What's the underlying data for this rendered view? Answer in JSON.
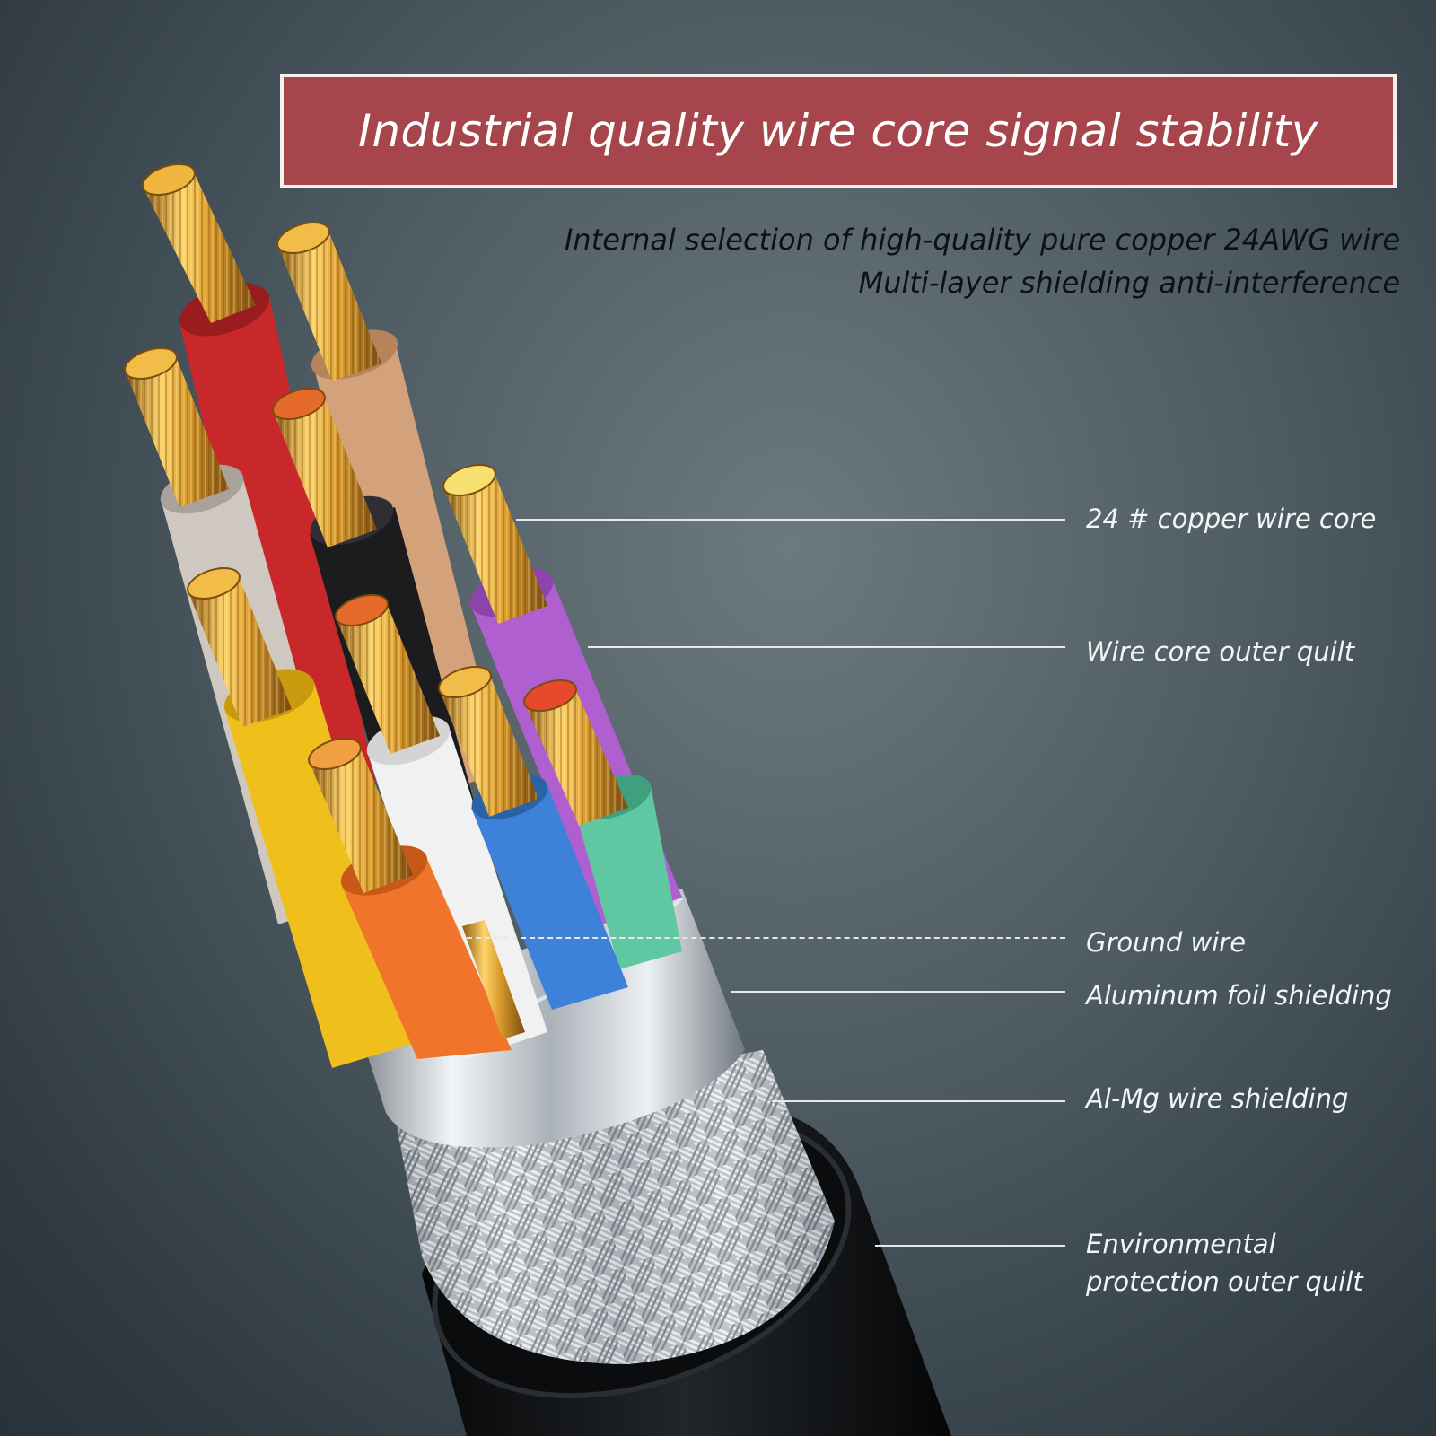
{
  "banner": {
    "title": "Industrial quality wire core signal stability"
  },
  "subtitle": {
    "line1": "Internal selection of high-quality pure copper 24AWG wire",
    "line2": "Multi-layer shielding anti-interference"
  },
  "callouts": {
    "copper_core": "24 # copper wire core",
    "core_outer_quilt": "Wire core outer quilt",
    "ground_wire": "Ground wire",
    "aluminum_foil": "Aluminum foil shielding",
    "al_mg_shield": "Al-Mg wire shielding",
    "env_outer_line1": "Environmental",
    "env_outer_line2": "protection outer quilt"
  },
  "colors": {
    "banner_bg": "#a6464c",
    "copper": "#e0a43a",
    "wire_red": "#c8282a",
    "wire_tan": "#d4a27a",
    "wire_gray": "#cfc8c1",
    "wire_black": "#1c1c1f",
    "wire_purple": "#b05fd0",
    "wire_yellow": "#efbf1c",
    "wire_white": "#f1f1f1",
    "wire_orange": "#f0752a",
    "wire_blue": "#3d82d8",
    "wire_green": "#5fc7a2",
    "jacket": "#111315",
    "shield": "#c9cdd1"
  }
}
